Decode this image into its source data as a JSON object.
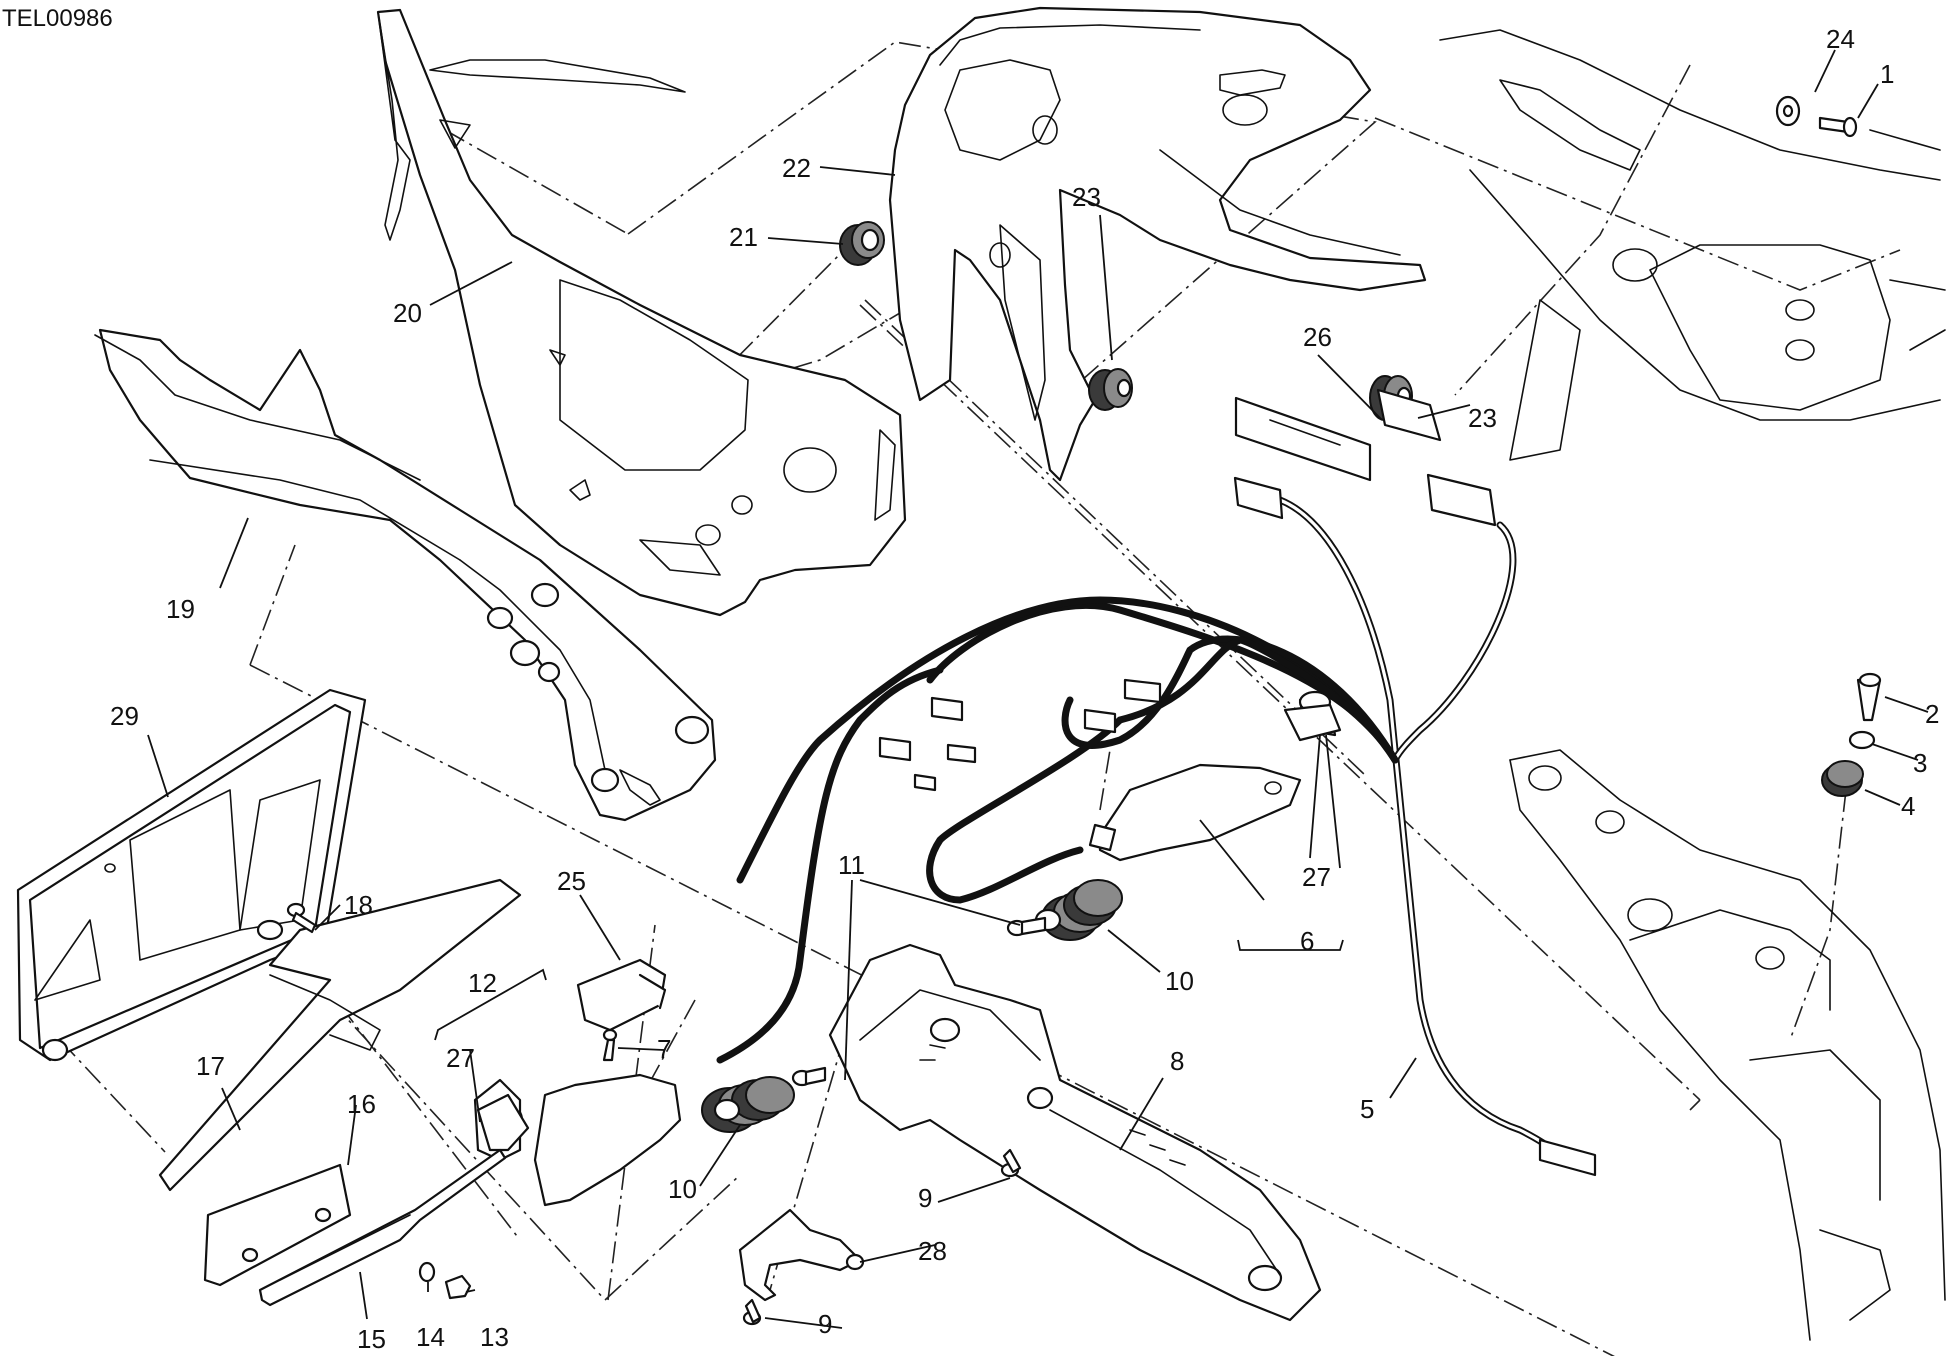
{
  "drawing_code": "TEL00986",
  "callouts": [
    {
      "id": "c1",
      "text": "1"
    },
    {
      "id": "c2",
      "text": "2"
    },
    {
      "id": "c3",
      "text": "3"
    },
    {
      "id": "c4",
      "text": "4"
    },
    {
      "id": "c5",
      "text": "5"
    },
    {
      "id": "c6",
      "text": "6"
    },
    {
      "id": "c7",
      "text": "7"
    },
    {
      "id": "c8",
      "text": "8"
    },
    {
      "id": "c9a",
      "text": "9"
    },
    {
      "id": "c9b",
      "text": "9"
    },
    {
      "id": "c10a",
      "text": "10"
    },
    {
      "id": "c10b",
      "text": "10"
    },
    {
      "id": "c11",
      "text": "11"
    },
    {
      "id": "c12",
      "text": "12"
    },
    {
      "id": "c13",
      "text": "13"
    },
    {
      "id": "c14",
      "text": "14"
    },
    {
      "id": "c15",
      "text": "15"
    },
    {
      "id": "c16",
      "text": "16"
    },
    {
      "id": "c17",
      "text": "17"
    },
    {
      "id": "c18",
      "text": "18"
    },
    {
      "id": "c19",
      "text": "19"
    },
    {
      "id": "c20",
      "text": "20"
    },
    {
      "id": "c21",
      "text": "21"
    },
    {
      "id": "c22",
      "text": "22"
    },
    {
      "id": "c23a",
      "text": "23"
    },
    {
      "id": "c23b",
      "text": "23"
    },
    {
      "id": "c24",
      "text": "24"
    },
    {
      "id": "c25",
      "text": "25"
    },
    {
      "id": "c26",
      "text": "26"
    },
    {
      "id": "c27a",
      "text": "27"
    },
    {
      "id": "c27b",
      "text": "27"
    },
    {
      "id": "c28",
      "text": "28"
    },
    {
      "id": "c29",
      "text": "29"
    }
  ]
}
